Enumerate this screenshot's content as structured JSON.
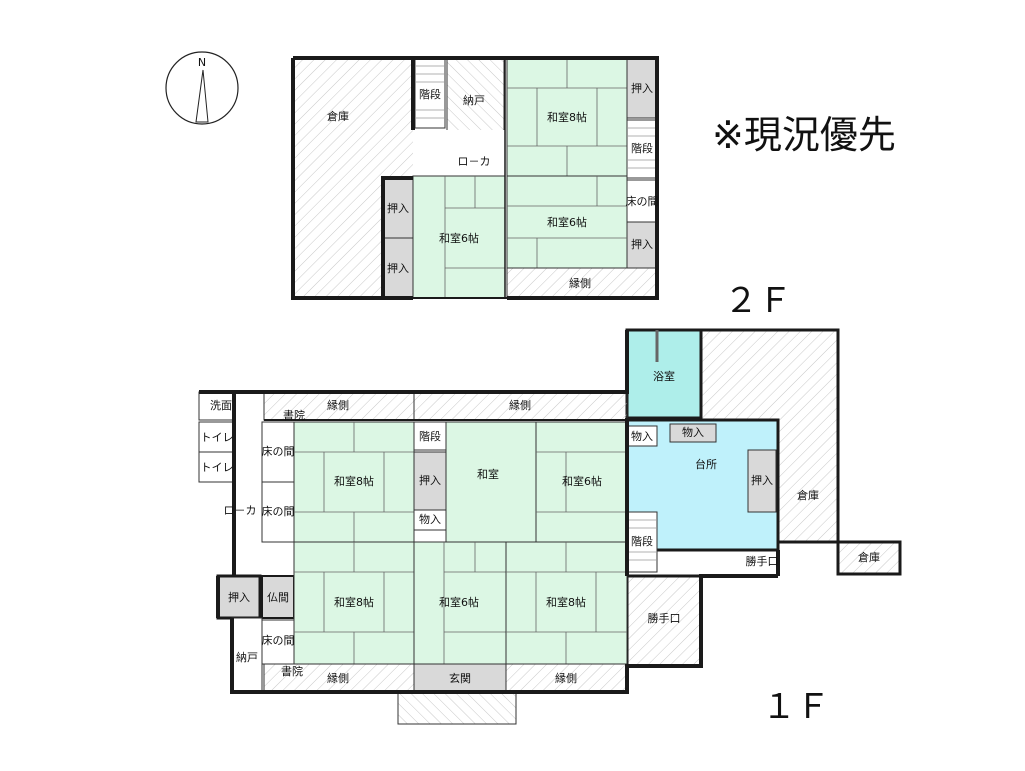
{
  "notes": {
    "status": "※現況優先"
  },
  "compass": {
    "north": "N"
  },
  "floors": {
    "second": "２Ｆ",
    "first": "１Ｆ"
  },
  "colors": {
    "tatami": "#dcf7e4",
    "bath": "#aeeeea",
    "kitchen": "#bff1fb",
    "hatch": "#bdbdbd",
    "wall": "#1a1a1a"
  },
  "second_floor": {
    "storage": "倉庫",
    "stairs_a": "階段",
    "closet_nando": "納戸",
    "corridor": "ロ－カ",
    "room_8": "和室8帖",
    "closet_right_top": "押入",
    "stairs_b": "階段",
    "tokonoma": "床の間",
    "closet_left_top": "押入",
    "closet_left_bottom": "押入",
    "room_6_left": "和室6帖",
    "room_6_right": "和室6帖",
    "closet_right_bottom": "押入",
    "veranda": "縁側"
  },
  "first_floor": {
    "washroom": "洗面",
    "toilet_1": "トイレ",
    "toilet_2": "トイレ",
    "corridor": "ロ－カ",
    "veranda_top_left": "縁側",
    "veranda_top_right": "縁側",
    "shoin_top": "書院",
    "tokonoma_1": "床の間",
    "tokonoma_2": "床の間",
    "room_8_top": "和室8帖",
    "stairs_mid": "階段",
    "closet_mid": "押入",
    "washitsu": "和室",
    "storage_small": "物入",
    "room_6_top": "和室6帖",
    "stairs_right": "階段",
    "bath": "浴室",
    "storage_a": "物入",
    "storage_b": "物入",
    "kitchen": "台所",
    "closet_kitchen": "押入",
    "kura": "倉庫",
    "kura_small": "倉庫",
    "back_door": "勝手口",
    "back_entry": "勝手口",
    "closet_left": "押入",
    "butsuma": "仏間",
    "tokonoma_3": "床の間",
    "nando": "納戸",
    "shoin_bottom": "書院",
    "room_8_bottom_left": "和室8帖",
    "room_6_bottom": "和室6帖",
    "room_8_bottom_right": "和室8帖",
    "veranda_bottom_left": "縁側",
    "entrance": "玄関",
    "veranda_bottom_right": "縁側"
  }
}
